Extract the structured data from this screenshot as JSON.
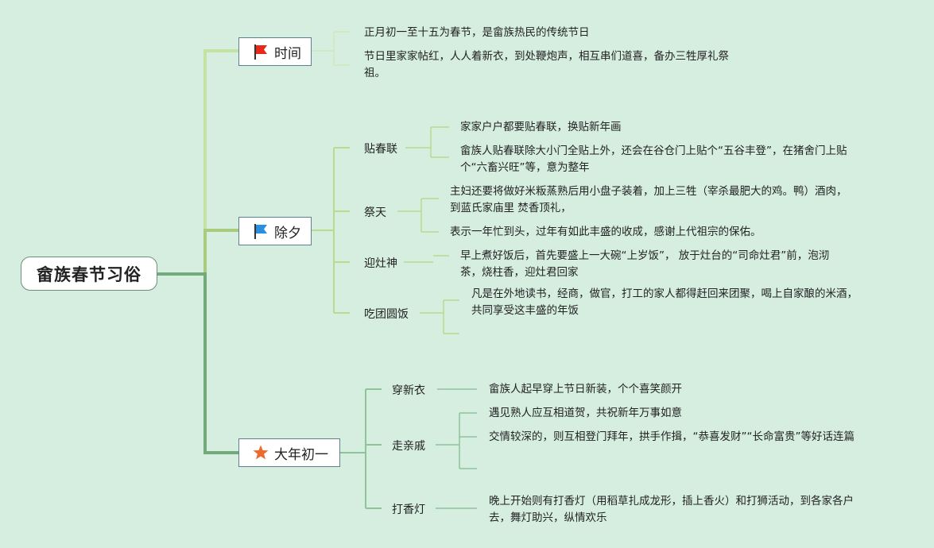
{
  "root": {
    "title": "畲族春节习俗"
  },
  "topics": {
    "time": {
      "label": "时间",
      "icon": "red-flag-icon",
      "leaves": [
        "正月初一至十五为春节，是畲族热民的传统节日",
        "节日里家家帖红，人人着新衣，到处鞭炮声，相互串们道喜，备办三牲厚礼祭祖。"
      ]
    },
    "eve": {
      "label": "除夕",
      "icon": "blue-flag-icon",
      "subs": [
        {
          "label": "贴春联",
          "leaves": [
            "家家户户都要贴春联，换贴新年画",
            "畲族人贴春联除大小门全贴上外，还会在谷仓门上贴个“五谷丰登”，在猪舍门上贴个“六畜兴旺”等，意为整年"
          ]
        },
        {
          "label": "祭天",
          "leaves": [
            "主妇还要将做好米粄蒸熟后用小盘子装着，加上三牲（宰杀最肥大的鸡。鸭）酒肉， 到蓝氏家庙里 焚香顶礼，",
            "表示一年忙到头，过年有如此丰盛的收成，感谢上代祖宗的保佑。"
          ]
        },
        {
          "label": "迎灶神",
          "leaves": [
            "早上煮好饭后，首先要盛上一大碗“上岁饭”， 放于灶台的“司命灶君”前，泡沏茶，烧柱香，迎灶君回家"
          ]
        },
        {
          "label": "吃团圆饭",
          "leaves": [
            "凡是在外地读书，经商，做官，打工的家人都得赶回来团聚，喝上自家酿的米酒，共同享受这丰盛的年饭"
          ]
        }
      ]
    },
    "day1": {
      "label": "大年初一",
      "icon": "orange-star-icon",
      "subs": [
        {
          "label": "穿新衣",
          "leaves": [
            "畲族人起早穿上节日新装，个个喜笑颜开"
          ]
        },
        {
          "label": "走亲戚",
          "leaves": [
            "遇见熟人应互相道贺，共祝新年万事如意",
            "交情较深的，则互相登门拜年，拱手作揖，“恭喜发财”“长命富贵”等好话连篇"
          ]
        },
        {
          "label": "打香灯",
          "leaves": [
            "晚上开始则有打香灯（用稻草扎成龙形，插上香火）和打狮活动，到各家各户去，舞灯助兴，纵情欢乐"
          ]
        }
      ]
    }
  },
  "colors": {
    "background": "#d5eee0",
    "branch_time": "#c4e3a2",
    "branch_eve": "#a9cc7c",
    "branch_day1": "#72aa7c",
    "sub_line_eve": "#b8dc8e",
    "sub_line_day1": "#8fc49a"
  }
}
